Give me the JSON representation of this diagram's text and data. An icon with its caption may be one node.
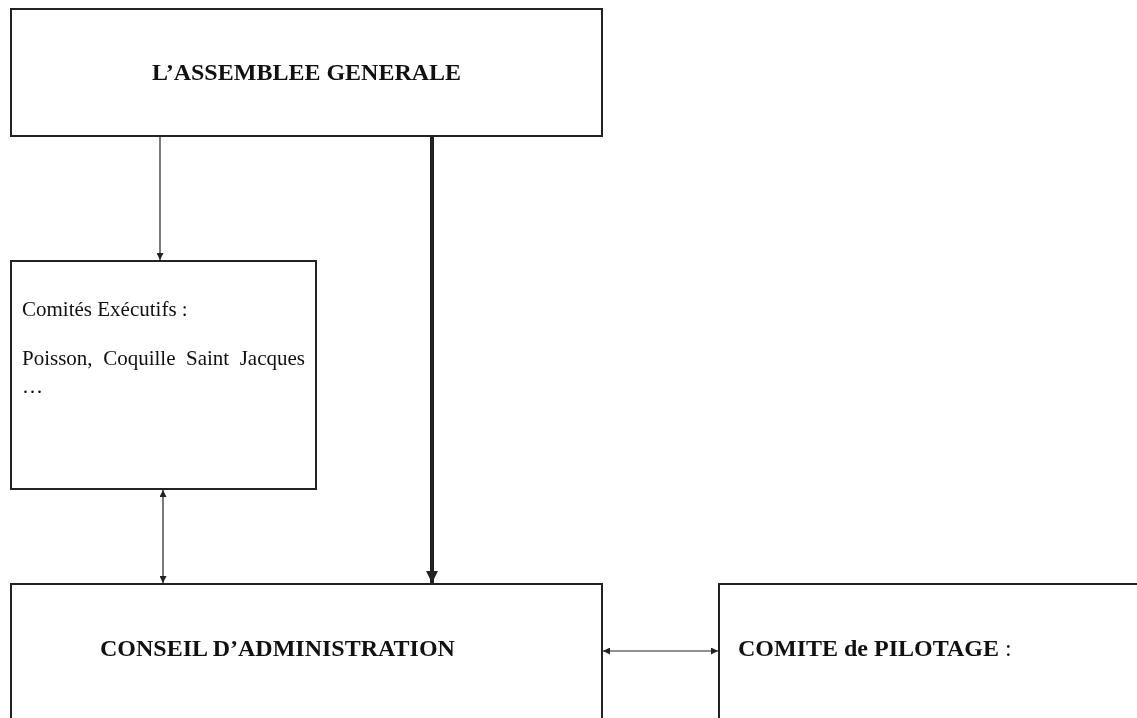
{
  "diagram": {
    "nodes": [
      {
        "text": [
          "L’ASSEMBLEE GENERALE"
        ]
      },
      {
        "text": [
          "Comités Exécutifs :",
          "Poisson, Coquille Saint Jacques …"
        ]
      },
      {
        "text": [
          "CONSEIL D’ADMINISTRATION"
        ]
      },
      {
        "text": [
          "**COMITE de PILOTAGE** :"
        ]
      }
    ],
    "edges": [
      {
        "from": 0,
        "to": 1,
        "arrow": "to"
      },
      {
        "from": 0,
        "to": 2,
        "arrow": "to",
        "style": "thick"
      },
      {
        "from": 1,
        "to": 2,
        "arrow": "both"
      },
      {
        "from": 2,
        "to": 3,
        "arrow": "both"
      }
    ]
  }
}
